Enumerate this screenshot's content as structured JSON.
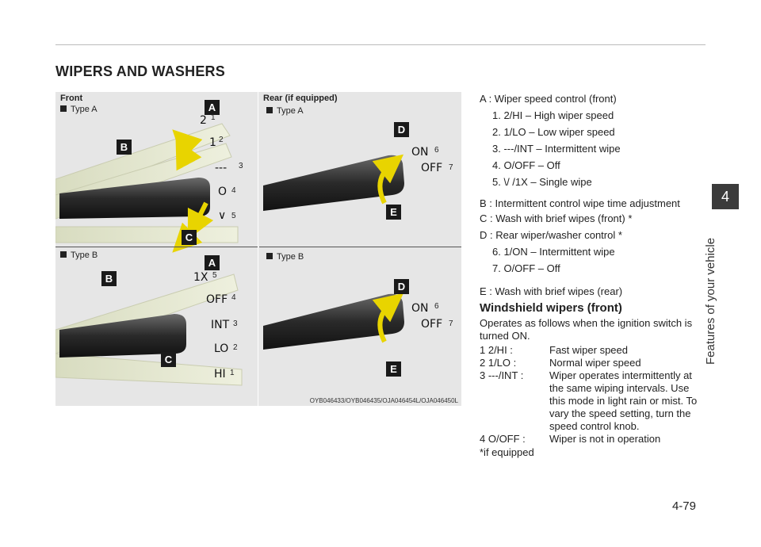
{
  "section_title": "WIPERS AND WASHERS",
  "figure": {
    "front_label": "Front",
    "front_type_a": "Type A",
    "front_type_b": "Type B",
    "rear_label": "Rear (if equipped)",
    "rear_type_a": "Type A",
    "rear_type_b": "Type B",
    "code": "OYB046433/OYB046435/OJA046454L/OJA046450L",
    "front_a_marks": [
      {
        "mark": "2",
        "num": "1"
      },
      {
        "mark": "1",
        "num": "2"
      },
      {
        "mark": "---",
        "num": "3"
      },
      {
        "mark": "O",
        "num": "4"
      },
      {
        "mark": "∨",
        "num": "5"
      }
    ],
    "front_b_marks": [
      {
        "mark": "1X",
        "num": "5"
      },
      {
        "mark": "OFF",
        "num": "4"
      },
      {
        "mark": "INT",
        "num": "3"
      },
      {
        "mark": "LO",
        "num": "2"
      },
      {
        "mark": "HI",
        "num": "1"
      }
    ],
    "rear_marks": [
      {
        "mark": "ON",
        "num": "6"
      },
      {
        "mark": "OFF",
        "num": "7"
      }
    ],
    "tags": {
      "a": "A",
      "b": "B",
      "c": "C",
      "d": "D",
      "e": "E"
    }
  },
  "text": {
    "a_head": "A : Wiper speed control (front)",
    "a_items": [
      "1. 2/HI – High wiper speed",
      "2. 1/LO – Low wiper speed",
      "3. ---/INT – Intermittent wipe",
      "4. O/OFF – Off",
      "5. \\/ /1X – Single wipe"
    ],
    "b_head": "B : Intermittent control wipe time adjustment",
    "c_head": "C : Wash with brief wipes (front) *",
    "d_head": "D : Rear wiper/washer control *",
    "d_items": [
      "6. 1/ON – Intermittent wipe",
      "7. O/OFF – Off"
    ],
    "e_head": "E : Wash with brief wipes (rear)",
    "sub_title": "Windshield wipers (front)",
    "intro": "Operates as follows when the ignition switch is turned ON.",
    "defs": [
      {
        "key": "1 2/HI :",
        "val": "Fast wiper speed"
      },
      {
        "key": "2 1/LO :",
        "val": "Normal wiper speed"
      },
      {
        "key": "3 ---/INT :",
        "val": "Wiper operates intermittently at the same wiping intervals. Use this mode in light rain or mist. To vary the speed setting, turn the speed control knob."
      },
      {
        "key": "4 O/OFF :",
        "val": "Wiper is not in operation"
      }
    ],
    "footnote": "*if equipped"
  },
  "side_tab": "4",
  "side_text": "Features of your vehicle",
  "page_number": "4-79"
}
